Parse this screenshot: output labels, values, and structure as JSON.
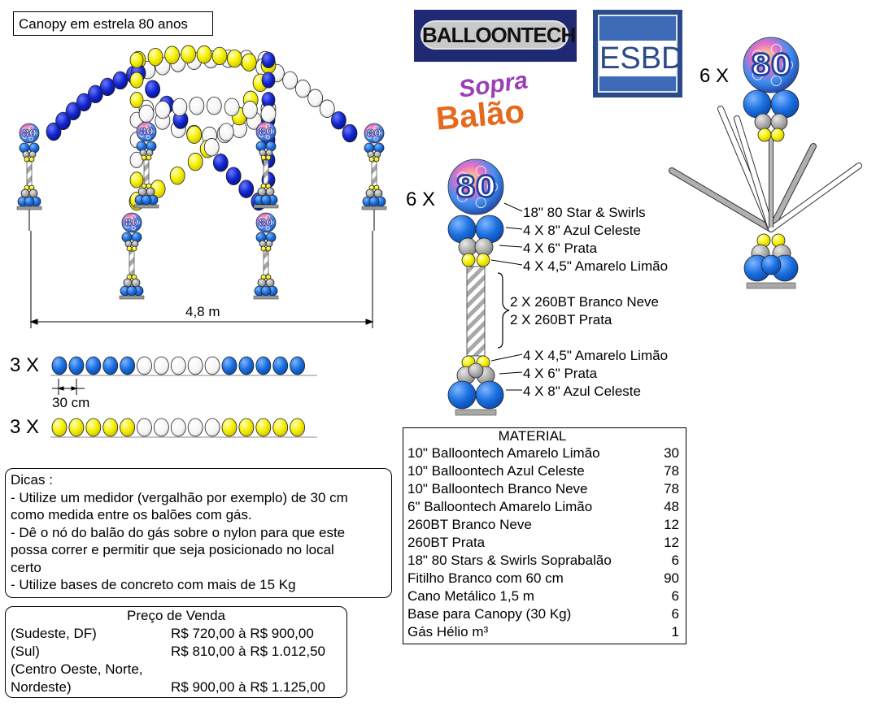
{
  "title": "Canopy em estrela 80 anos",
  "logos": {
    "balloontech": "BALLOONTECH",
    "esbd": "ESBD",
    "sopra_line1": "Sopra",
    "sopra_line2": "Balão"
  },
  "canopy": {
    "width_label": "4,8 m"
  },
  "garlands": [
    {
      "multiplier": "3 X",
      "colors": [
        "blue",
        "blue",
        "blue",
        "blue",
        "blue",
        "white",
        "white",
        "white",
        "white",
        "white",
        "blue",
        "blue",
        "blue",
        "blue",
        "blue"
      ]
    },
    {
      "multiplier": "3 X",
      "colors": [
        "yellow",
        "yellow",
        "yellow",
        "yellow",
        "yellow",
        "white",
        "white",
        "white",
        "white",
        "white",
        "yellow",
        "yellow",
        "yellow",
        "yellow",
        "yellow"
      ]
    }
  ],
  "spacing_label": "30 cm",
  "column": {
    "multiplier": "6 X",
    "labels": [
      "18\" 80 Star & Swirls",
      "4 X 8\" Azul Celeste",
      "4 X 6\" Prata",
      "4 X 4,5\" Amarelo Limão",
      "2 X 260BT Branco Neve",
      "2 X 260BT Prata",
      "4 X 4,5\" Amarelo Limão",
      "4 X 6\" Prata",
      "4 X 8\" Azul Celeste"
    ]
  },
  "top_piece": {
    "multiplier": "6 X"
  },
  "tips": {
    "heading": "Dicas :",
    "lines": [
      "- Utilize um medidor (vergalhão por exemplo) de 30 cm",
      "como medida entre os balões com gás.",
      "- Dê o nó do balão do gás sobre o nylon para que este",
      "possa correr e permitir que seja posicionado no local",
      "certo",
      "- Utilize bases de concreto com mais de 15 Kg"
    ]
  },
  "price": {
    "title": "Preço de Venda",
    "rows": [
      {
        "region": "(Sudeste, DF)",
        "value": "R$ 720,00 à R$ 900,00"
      },
      {
        "region": "(Sul)",
        "value": "R$ 810,00 à R$ 1.012,50"
      },
      {
        "region": "(Centro Oeste, Norte,",
        "region2": "Nordeste)",
        "value": "R$ 900,00 à R$ 1.125,00"
      }
    ]
  },
  "material": {
    "title": "MATERIAL",
    "items": [
      {
        "name": "10\" Balloontech Amarelo Limão",
        "qty": "30"
      },
      {
        "name": "10\" Balloontech Azul Celeste",
        "qty": "78"
      },
      {
        "name": "10\" Balloontech Branco Neve",
        "qty": "78"
      },
      {
        "name": "6\" Balloontech Amarelo Limão",
        "qty": "48"
      },
      {
        "name": "260BT Branco Neve",
        "qty": "12"
      },
      {
        "name": "260BT Prata",
        "qty": "12"
      },
      {
        "name": "18\" 80 Stars & Swirls Soprabalão",
        "qty": "6"
      },
      {
        "name": "Fitilho Branco com 60 cm",
        "qty": "90"
      },
      {
        "name": "Cano Metálico 1,5 m",
        "qty": "6"
      },
      {
        "name": "Base para Canopy (30 Kg)",
        "qty": "6"
      },
      {
        "name": "Gás Hélio m³",
        "qty": "1"
      }
    ]
  },
  "colors": {
    "blue": "#1a6fe0",
    "navy": "#1226d0",
    "yellow": "#f5f000",
    "white": "#ffffff",
    "silver": "#b0b0b0",
    "gray": "#9a9a9a"
  },
  "icons": {
    "foil_balloon": "80-star-foil-balloon-icon",
    "column": "balloon-column-icon"
  }
}
